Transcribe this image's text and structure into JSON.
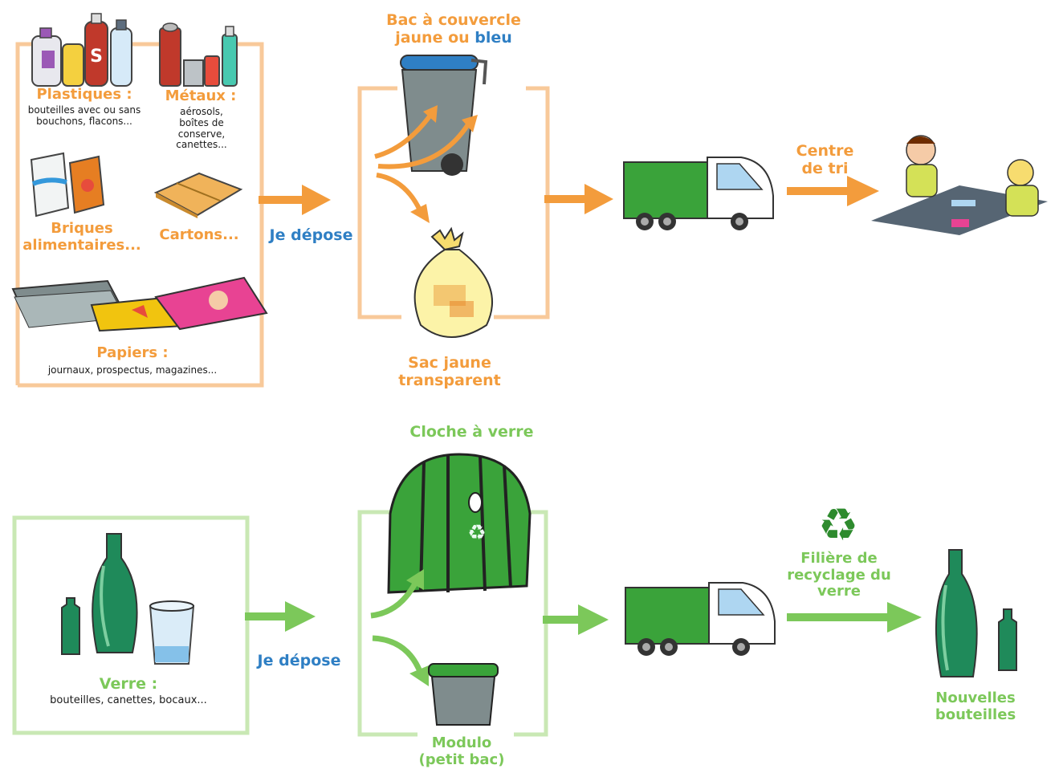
{
  "top": {
    "plastiques": {
      "title": "Plastiques :",
      "desc": "bouteilles avec ou sans bouchons, flacons..."
    },
    "metaux": {
      "title": "Métaux :",
      "desc": "aérosols, boîtes de conserve, canettes..."
    },
    "briques": {
      "title": "Briques alimentaires..."
    },
    "cartons": {
      "title": "Cartons..."
    },
    "papiers": {
      "title": "Papiers :",
      "desc": "journaux, prospectus, magazines..."
    },
    "je_depose": "Je dépose",
    "bac_title": "Bac à couvercle",
    "bac_title2": "jaune ou",
    "bac_title3": "bleu",
    "sac_title": "Sac jaune transparent",
    "centre_tri": "Centre de tri"
  },
  "bottom": {
    "verre": {
      "title": "Verre :",
      "desc": "bouteilles, canettes, bocaux..."
    },
    "je_depose": "Je dépose",
    "cloche": "Cloche à verre",
    "modulo": "Modulo (petit bac)",
    "filiere": "Filière de recyclage du verre",
    "nouvelles": "Nouvelles bouteilles"
  },
  "colors": {
    "orange": "#f39c3c",
    "green": "#7cc85a",
    "blue": "#2f7fc4",
    "bin_green": "#3aa33a",
    "glass": "#1f8a5a"
  }
}
